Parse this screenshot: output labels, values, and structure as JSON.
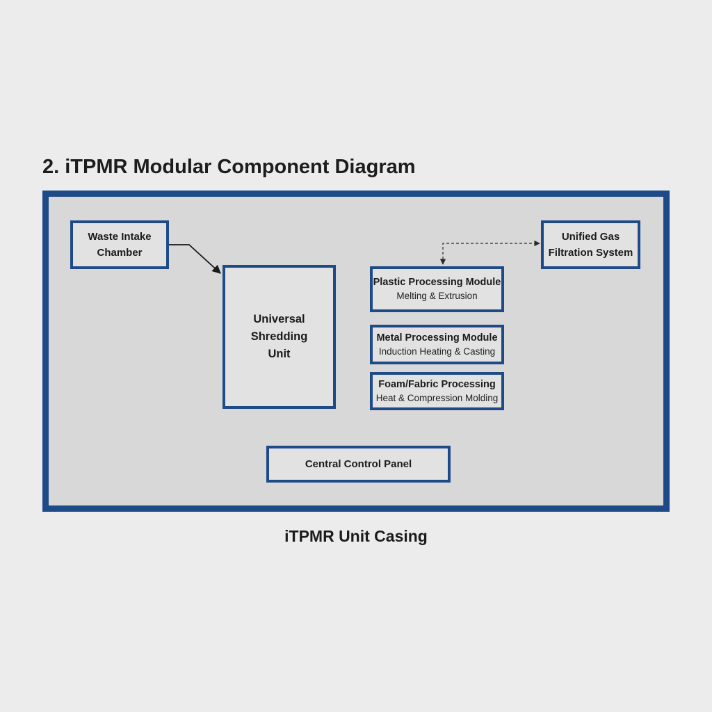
{
  "title": "2. iTPMR Modular Component Diagram",
  "casing_label": "iTPMR Unit Casing",
  "components": {
    "waste_intake": {
      "label": "Waste Intake Chamber"
    },
    "shredder": {
      "label": "Universal Shredding Unit"
    },
    "gas_filtration": {
      "label": "Unified Gas Filtration System"
    },
    "plastic": {
      "label": "Plastic Processing Module",
      "sub": "Melting & Extrusion"
    },
    "metal": {
      "label": "Metal Processing Module",
      "sub": "Induction Heating & Casting"
    },
    "foam": {
      "label": "Foam/Fabric Processing",
      "sub": "Heat & Compression Molding"
    },
    "control": {
      "label": "Central Control Panel"
    }
  },
  "colors": {
    "border": "#1f4a88",
    "casing_fill": "#d8d8d8",
    "page_background": "#ececec"
  }
}
